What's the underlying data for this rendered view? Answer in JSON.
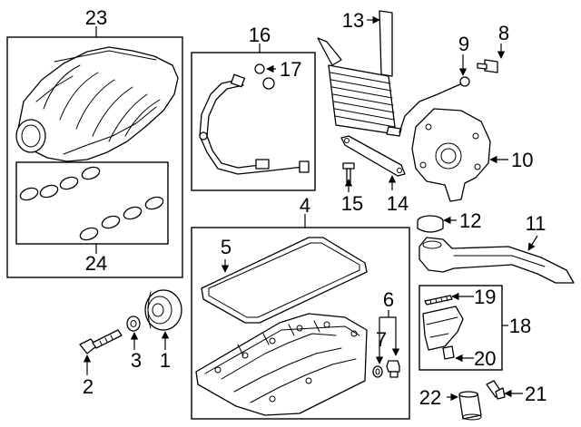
{
  "callouts": {
    "n1": "1",
    "n2": "2",
    "n3": "3",
    "n4": "4",
    "n5": "5",
    "n6": "6",
    "n7": "7",
    "n8": "8",
    "n9": "9",
    "n10": "10",
    "n11": "11",
    "n12": "12",
    "n13": "13",
    "n14": "14",
    "n15": "15",
    "n16": "16",
    "n17": "17",
    "n18": "18",
    "n19": "19",
    "n20": "20",
    "n21": "21",
    "n22": "22",
    "n23": "23",
    "n24": "24"
  }
}
